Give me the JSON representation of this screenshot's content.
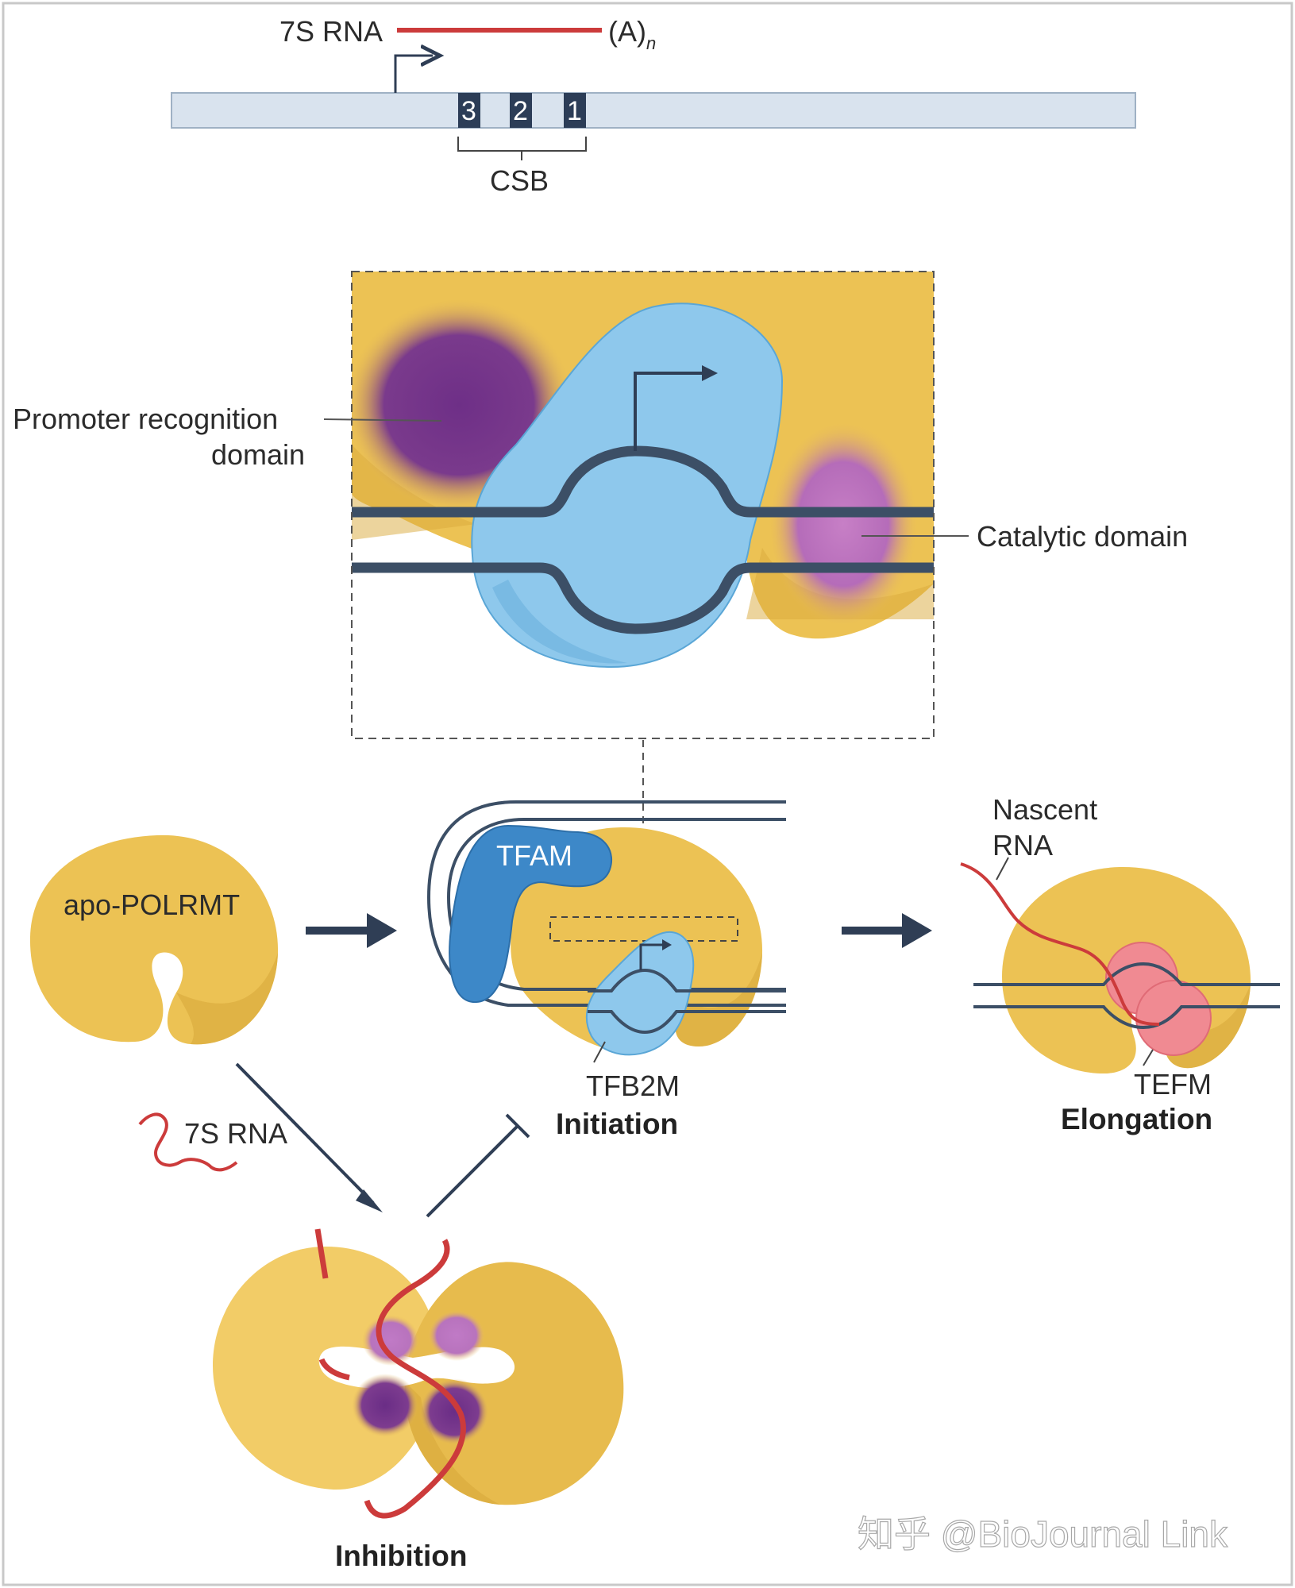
{
  "top_gene": {
    "rna_label": "7S RNA",
    "polya_label": "(A)",
    "polya_subscript": "n",
    "csb_label": "CSB",
    "csb_boxes": [
      "3",
      "2",
      "1"
    ]
  },
  "zoom_panel": {
    "promoter_label_line1": "Promoter recognition",
    "promoter_label_line2": "domain",
    "catalytic_label": "Catalytic domain"
  },
  "apo": {
    "label": "apo-POLRMT"
  },
  "initiation": {
    "tfam_label": "TFAM",
    "tfb2m_label": "TFB2M",
    "title": "Initiation"
  },
  "elongation": {
    "nascent_line1": "Nascent",
    "nascent_line2": "RNA",
    "tefm_label": "TEFM",
    "title": "Elongation"
  },
  "inhibition": {
    "rna_label": "7S RNA",
    "title": "Inhibition"
  },
  "watermark": "知乎 @BioJournal Link",
  "colors": {
    "polrmt": "#ecc254",
    "polrmt_dark": "#d9a93c",
    "tfb2m": "#8ec8ec",
    "tfam": "#3d88c8",
    "dna": "#3c4f66",
    "rna": "#cc3b3b",
    "tefm": "#f08a92",
    "purple": "#7b3b8e",
    "strip": "#d9e3ee"
  }
}
